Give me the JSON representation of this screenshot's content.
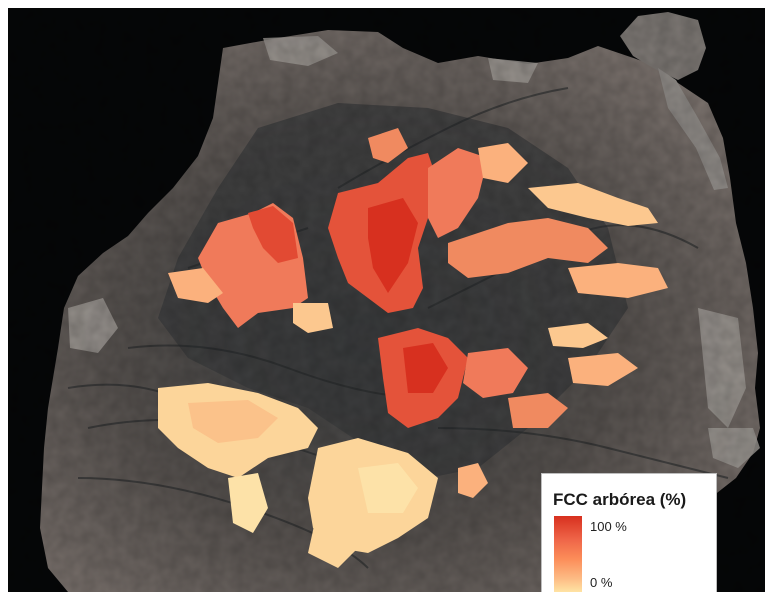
{
  "legend": {
    "title": "FCC arbórea (%)",
    "max_label": "100 %",
    "min_label": "0 %",
    "ramp_colors": [
      "#d7301f",
      "#ef6548",
      "#fc8d59",
      "#fdbb84",
      "#ffe9a8"
    ]
  },
  "colors": {
    "sea": "#060708",
    "terrain_light": "#8a817c",
    "terrain_mid": "#5e5a57",
    "terrain_dark": "#3a3c3d",
    "urban": "#9c9893"
  }
}
